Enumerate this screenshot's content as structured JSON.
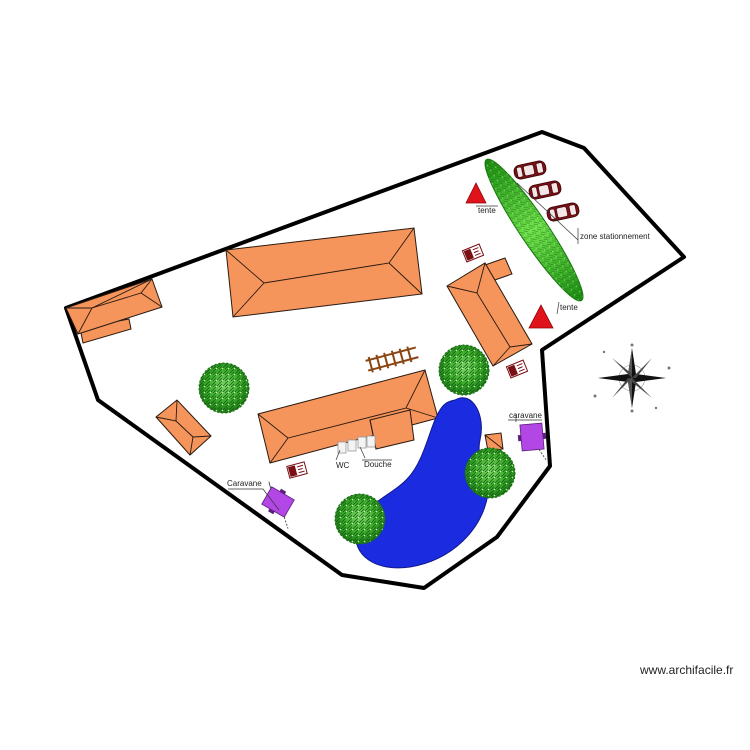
{
  "labels": {
    "tente_1": "tente",
    "tente_2": "tente",
    "parking": "zone stationnement",
    "caravane_left": "Caravane",
    "caravane_right": "caravane",
    "wc": "WC",
    "douche": "Douche"
  },
  "watermark": "www.archifacile.fr",
  "colors": {
    "outline": "#000000",
    "roof": "#F5955C",
    "pond": "#1B2BE0",
    "hedge": "#33CC1E",
    "tree": "#2E9E24",
    "car": "#7A0F14",
    "tent": "#E0121A",
    "caravan": "#B347E6",
    "rails": "#8B4513"
  },
  "icons": [
    "compass-rose-icon",
    "tent-icon",
    "car-icon",
    "tree-icon",
    "caravan-icon",
    "fire-extinguisher-sign-icon",
    "railway-track-icon"
  ]
}
